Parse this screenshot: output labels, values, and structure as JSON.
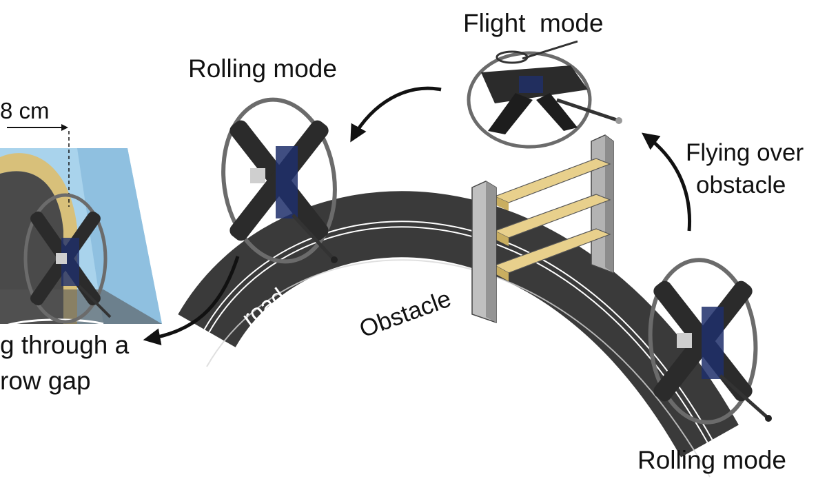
{
  "labels": {
    "flight_mode": "Flight  mode",
    "rolling_mode_top": "Rolling mode",
    "rolling_mode_bottom": "Rolling mode",
    "flying_over_line1": "Flying over",
    "flying_over_line2": "obstacle",
    "gap_line1": "g through a",
    "gap_line2": "row gap",
    "dimension": "8 cm",
    "road": "road",
    "obstacle": "Obstacle"
  },
  "colors": {
    "road": "#3a3a3a",
    "road_edge": "#ffffff",
    "tunnel_panel": "#a9d3ec",
    "tunnel_arch": "#d8c07a",
    "tunnel_inner": "#4a4a4a",
    "post": "#b3b3b3",
    "plank": "#e8d08c",
    "ring": "#6b6b6b",
    "robot": "#2b2b2b",
    "arrow": "#111111"
  }
}
